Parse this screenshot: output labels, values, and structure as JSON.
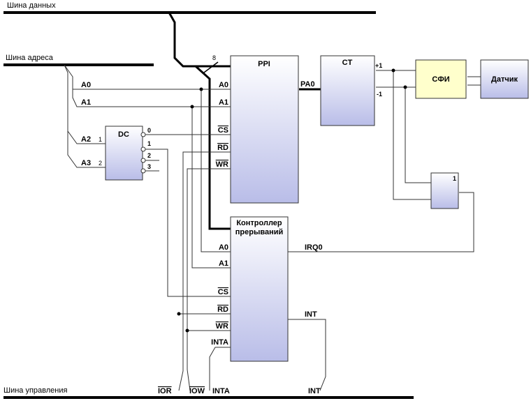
{
  "buses": {
    "data": "Шина данных",
    "address": "Шина адреса",
    "control": "Шина управления"
  },
  "bus_width": "8",
  "dc": {
    "title": "DC",
    "in1_num": "1",
    "in2_num": "2",
    "out0": "0",
    "out1": "1",
    "out2": "2",
    "out3": "3"
  },
  "address_lines": {
    "a0": "A0",
    "a1": "A1",
    "a2": "A2",
    "a3": "A3"
  },
  "ppi": {
    "title": "PPI",
    "a0": "A0",
    "a1": "A1",
    "cs": "CS",
    "rd": "RD",
    "wr": "WR",
    "pa0": "PA0"
  },
  "counter": {
    "title": "CT",
    "plus1": "+1",
    "minus1": "-1"
  },
  "sfi": {
    "title": "СФИ"
  },
  "sensor": {
    "title": "Датчик"
  },
  "or_gate": {
    "title": "1"
  },
  "pic": {
    "title_line1": "Контроллер",
    "title_line2": "прерываний",
    "a0": "A0",
    "a1": "A1",
    "cs": "CS",
    "rd": "RD",
    "wr": "WR",
    "inta": "INTA",
    "irq0": "IRQ0",
    "int": "INT"
  },
  "control_signals": {
    "ior": "IOR",
    "iow": "IOW",
    "inta": "INTA",
    "int": "INT"
  },
  "colors": {
    "block_top": "#ffffff",
    "block_bottom": "#b9bde8",
    "sfi_fill": "#ffffcc",
    "wire": "#333333",
    "bus": "#000000"
  }
}
